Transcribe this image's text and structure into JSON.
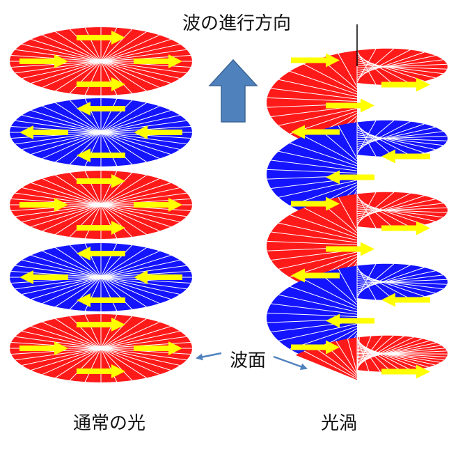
{
  "labels": {
    "direction": "波の進行方向",
    "wavefront": "波面",
    "normal_light": "通常の光",
    "optical_vortex": "光渦"
  },
  "colors": {
    "red": "#ff1a1a",
    "blue": "#1414ff",
    "arrow_yellow": "#ffff00",
    "big_arrow": "#4f81bd",
    "pointer": "#4f81bd",
    "spoke": "#ffffff"
  },
  "normal_light": {
    "disks": [
      {
        "color": "red",
        "arrows": "right"
      },
      {
        "color": "blue",
        "arrows": "left"
      },
      {
        "color": "red",
        "arrows": "right"
      },
      {
        "color": "blue",
        "arrows": "left"
      },
      {
        "color": "red",
        "arrows": "right"
      }
    ]
  },
  "optical_vortex": {
    "turns": [
      {
        "color": "red",
        "arrows": "right"
      },
      {
        "color": "blue",
        "arrows": "left"
      },
      {
        "color": "red",
        "arrows": "right"
      },
      {
        "color": "blue",
        "arrows": "left"
      },
      {
        "color": "red",
        "arrows": "right"
      }
    ]
  }
}
